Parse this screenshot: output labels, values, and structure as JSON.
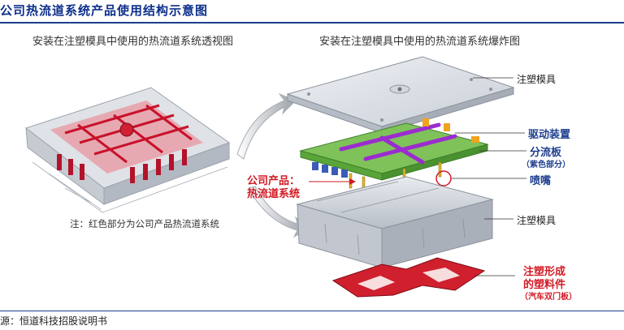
{
  "header": {
    "title": "公司热流道系统产品使用结构示意图"
  },
  "left": {
    "caption": "安装在注塑模具中使用的热流道系统透视图",
    "note": "注：红色部分为公司产品热流道系统"
  },
  "right": {
    "caption": "安装在注塑模具中使用的热流道系统爆炸图",
    "labels": {
      "top_mold": "注塑模具",
      "drive": "驱动装置",
      "manifold": "分流板",
      "manifold_note": "（紫色部分）",
      "nozzle": "喷嘴",
      "product_line1": "公司产品：",
      "product_line2": "热流道系统",
      "bottom_mold": "注塑模具",
      "part_line1": "注塑形成",
      "part_line2": "的塑料件",
      "part_note": "（汽车双门板）"
    }
  },
  "footer": {
    "source": "源：恒道科技招股说明书"
  },
  "colors": {
    "title_blue": "#0d2f8c",
    "label_blue": "#1f3f8f",
    "label_red": "#d21a24",
    "rule": "#1d3e8c"
  }
}
